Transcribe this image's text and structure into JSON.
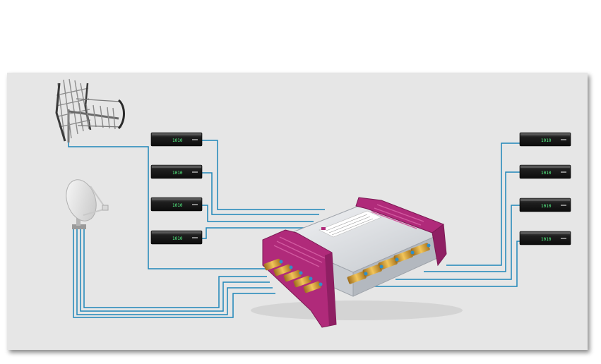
{
  "scene": {
    "antenna": {
      "icon": "terrestrial-yagi-antenna-icon"
    },
    "dish": {
      "icon": "satellite-dish-icon"
    },
    "multiswitch": {
      "icon": "multiswitch-icon",
      "brand_label": "",
      "colors": {
        "housing": "#b02a7a",
        "body": "#dcdfe3",
        "connector": "#d9a53b"
      }
    },
    "receivers_left": [
      {
        "icon": "set-top-box-icon",
        "display": "1010"
      },
      {
        "icon": "set-top-box-icon",
        "display": "1010"
      },
      {
        "icon": "set-top-box-icon",
        "display": "1010"
      },
      {
        "icon": "set-top-box-icon",
        "display": "1010"
      }
    ],
    "receivers_right": [
      {
        "icon": "set-top-box-icon",
        "display": "1010"
      },
      {
        "icon": "set-top-box-icon",
        "display": "1010"
      },
      {
        "icon": "set-top-box-icon",
        "display": "1010"
      },
      {
        "icon": "set-top-box-icon",
        "display": "1010"
      }
    ],
    "cable_color": "#1f86b8"
  }
}
